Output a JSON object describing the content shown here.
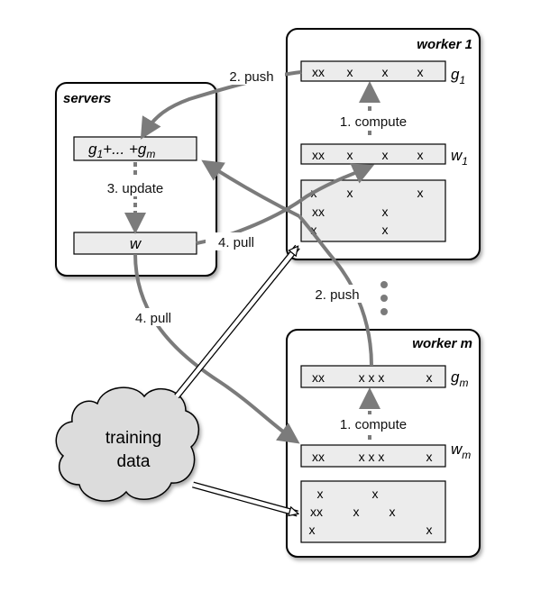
{
  "servers": {
    "title": "servers",
    "sum_label": {
      "g": "g",
      "i1": "1",
      "plus": "+... +",
      "g2": "g",
      "im": "m"
    },
    "w_label": "w"
  },
  "worker_1": {
    "title": "worker 1",
    "g_vector": {
      "marks": [
        "xx",
        "x",
        "x",
        "x"
      ]
    },
    "g_label": {
      "base": "g",
      "sub": "1"
    },
    "w_vector": {
      "marks": [
        "xx",
        "x",
        "x",
        "x"
      ]
    },
    "w_label": {
      "base": "w",
      "sub": "1"
    },
    "data_rows": [
      [
        "x",
        "x",
        "",
        "x"
      ],
      [
        "xx",
        "",
        "x",
        ""
      ],
      [
        "x",
        "",
        "x",
        ""
      ]
    ]
  },
  "worker_m": {
    "title": "worker m",
    "g_vector": {
      "marks": [
        "xx",
        "x x x",
        "x"
      ]
    },
    "g_label": {
      "base": "g",
      "sub": "m"
    },
    "w_vector": {
      "marks": [
        "xx",
        "x x x",
        "x"
      ]
    },
    "w_label": {
      "base": "w",
      "sub": "m"
    },
    "data_rows": [
      [
        "x",
        "x",
        ""
      ],
      [
        "xx",
        "x",
        "x"
      ],
      [
        "x",
        "",
        "x"
      ]
    ]
  },
  "labels": {
    "push_top": "2. push",
    "push_mid": "2. push",
    "compute_1": "1. compute",
    "compute_m": "1. compute",
    "update": "3. update",
    "pull_right": "4. pull",
    "pull_left": "4. pull"
  },
  "training_data": {
    "line1": "training",
    "line2": "data"
  },
  "colors": {
    "arrow_gray": "#7b7b7b",
    "vector_fill": "#ececec",
    "cloud_fill": "#dcdcdc"
  }
}
